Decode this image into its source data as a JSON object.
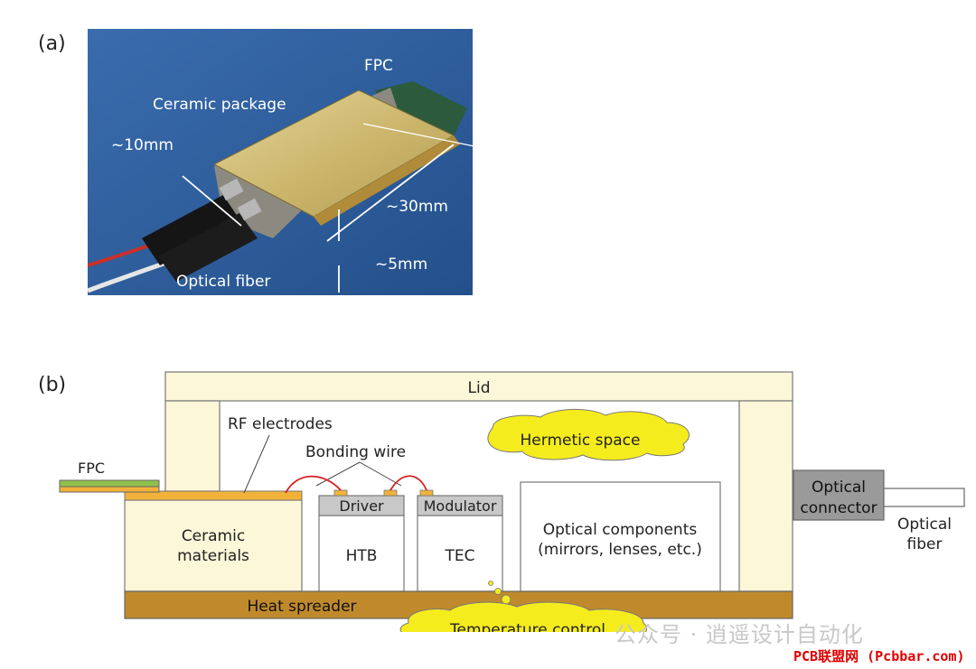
{
  "panel_a": {
    "label": "(a)",
    "photo_labels": {
      "fpc": "FPC",
      "ceramic_package": "Ceramic package",
      "width": "~10mm",
      "length": "~30mm",
      "height": "~5mm",
      "optical_fiber": "Optical fiber"
    }
  },
  "panel_b": {
    "label": "(b)",
    "parts": {
      "lid": "Lid",
      "rf_electrodes": "RF electrodes",
      "bonding_wire": "Bonding wire",
      "hermetic_space": "Hermetic space",
      "fpc": "FPC",
      "driver": "Driver",
      "modulator": "Modulator",
      "ceramic_line1": "Ceramic",
      "ceramic_line2": "materials",
      "htb": "HTB",
      "tec": "TEC",
      "optical_line1": "Optical components",
      "optical_line2": "(mirrors, lenses, etc.)",
      "connector_line1": "Optical",
      "connector_line2": "connector",
      "fiber_line1": "Optical",
      "fiber_line2": "fiber",
      "heat_spreader": "Heat spreader",
      "temperature_control": "Temperature control"
    }
  },
  "watermark": "公众号 · 逍遥设计自动化",
  "credit": "PCB联盟网 (Pcbbar.com)",
  "colors": {
    "photo_bg": "#2f5f9e",
    "lid_fill": "#fbf7d8",
    "heat_spreader": "#c08a2c",
    "electrode": "#f2b23a",
    "cloud": "#f5ec1e",
    "gray_block": "#c8c8c8",
    "wire": "#d81e1e",
    "fpc_green": "#8fc04a"
  }
}
